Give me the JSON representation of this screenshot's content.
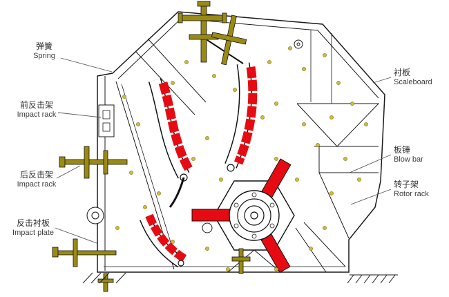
{
  "diagram": {
    "type": "technical-diagram",
    "subject": "impact crusher cross-section",
    "labels": {
      "left": [
        {
          "zh": "弹簧",
          "en": "Spring"
        },
        {
          "zh": "前反击架",
          "en": "Impact rack"
        },
        {
          "zh": "后反击架",
          "en": "Impact rack"
        },
        {
          "zh": "反击衬板",
          "en": "Impact plate"
        }
      ],
      "right": [
        {
          "zh": "衬板",
          "en": "Scaleboard"
        },
        {
          "zh": "板锤",
          "en": "Blow bar"
        },
        {
          "zh": "转子架",
          "en": "Rotor rack"
        }
      ]
    },
    "colors": {
      "blow_bar_red": "#e60b12",
      "bolt_olive": "#9a8a14",
      "dot_yellow": "#cdbd3e",
      "line": "#1a1a1a"
    }
  }
}
